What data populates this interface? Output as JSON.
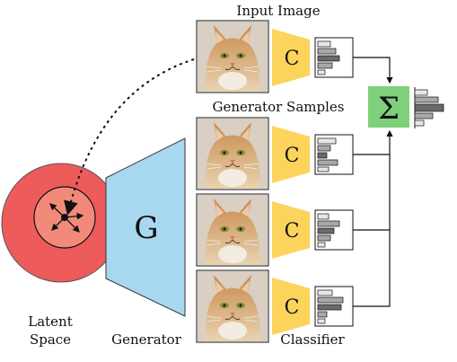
{
  "labels": {
    "input_image": "Input Image",
    "generator_samples": "Generator Samples",
    "latent_space_line1": "Latent",
    "latent_space_line2": "Space",
    "generator": "Generator",
    "classifier": "Classifier"
  },
  "symbols": {
    "generator_letter": "G",
    "classifier_letter": "C",
    "sum_symbol": "Σ"
  },
  "colors": {
    "latent_outer": "#ee5b5b",
    "latent_inner": "#f28a7a",
    "generator_fill": "#a8d8f0",
    "classifier_fill": "#fcd45c",
    "sum_fill": "#7fd07a",
    "hist_light": "#e6e6e6",
    "hist_mid": "#a8a8a8",
    "hist_dark": "#6a6a6a"
  },
  "images": [
    {
      "role": "input-image",
      "icon": "cat-photo"
    },
    {
      "role": "generator-sample-1",
      "icon": "cat-photo"
    },
    {
      "role": "generator-sample-2",
      "icon": "cat-photo"
    },
    {
      "role": "generator-sample-3",
      "icon": "cat-photo"
    }
  ]
}
